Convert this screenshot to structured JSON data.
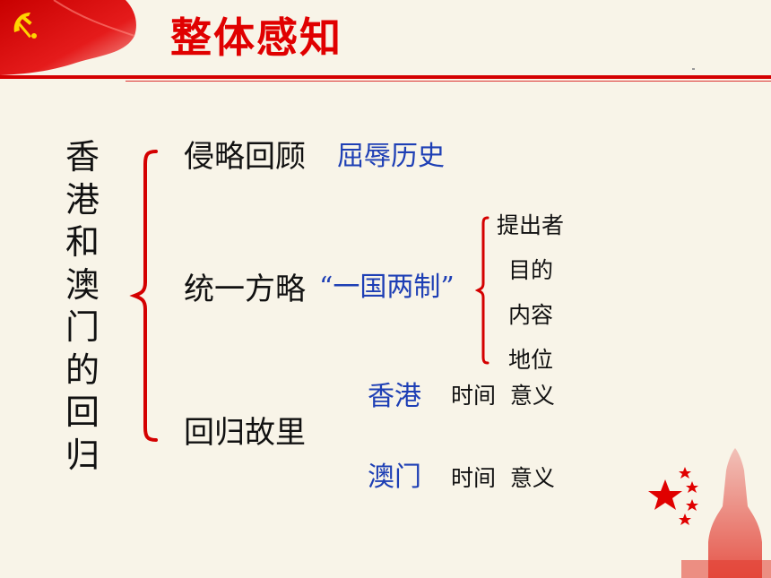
{
  "header": {
    "title": "整体感知"
  },
  "topic": {
    "chars": [
      "香",
      "港",
      "和",
      "澳",
      "门",
      "的",
      "回",
      "归"
    ]
  },
  "branches": [
    {
      "label": "侵略回顾",
      "detail": "屈辱历史"
    },
    {
      "label": "统一方略",
      "detail": "“一国两制”",
      "subitems": [
        "提出者",
        "目的",
        "内容",
        "地位"
      ]
    },
    {
      "label": "回归故里",
      "regions": [
        {
          "name": "香港",
          "aspects": "时间  意义"
        },
        {
          "name": "澳门",
          "aspects": "时间  意义"
        }
      ]
    }
  ],
  "colors": {
    "accent": "#d40000",
    "title": "#e00000",
    "blue": "#1e3fb5",
    "text": "#111111",
    "background": "#f8f4e8"
  },
  "icons": [
    "party-emblem-icon",
    "tiananmen-stars-icon"
  ]
}
